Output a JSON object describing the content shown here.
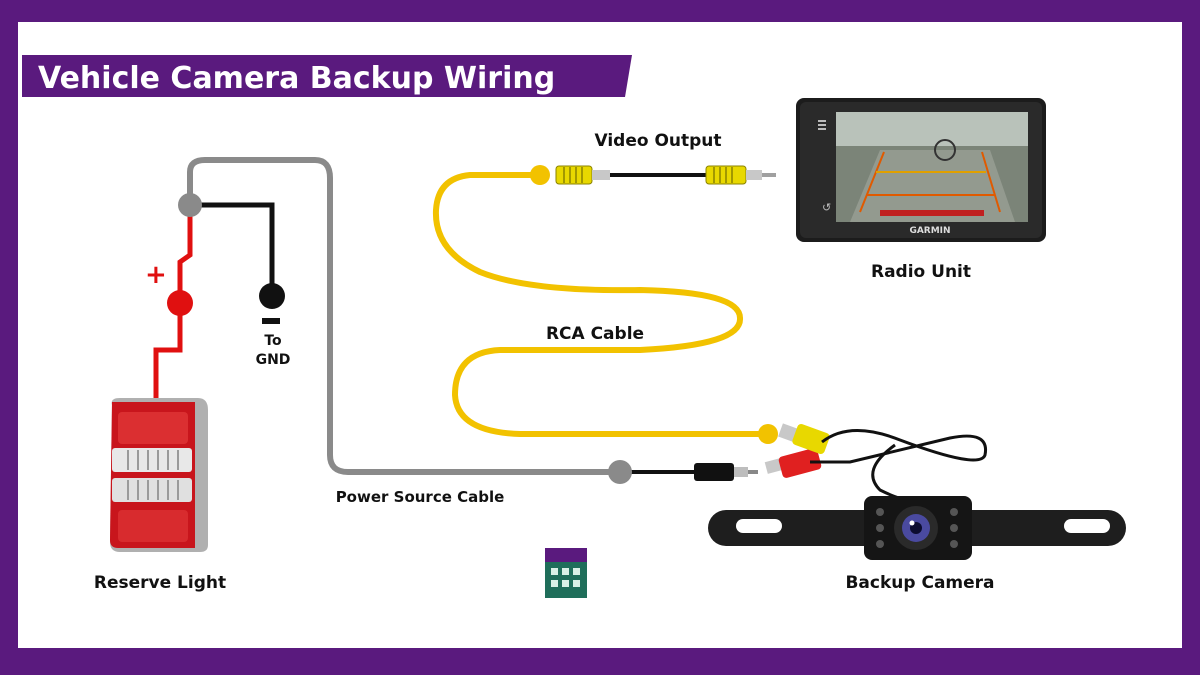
{
  "title": "Vehicle Camera Backup Wiring",
  "labels": {
    "video_output": "Video Output",
    "radio_unit": "Radio Unit",
    "rca_cable": "RCA Cable",
    "power_source_cable": "Power Source Cable",
    "reserve_light": "Reserve Light",
    "backup_camera": "Backup Camera",
    "to": "To",
    "gnd": "GND",
    "plus": "+",
    "minus": "−",
    "garmin": "GARMIN"
  },
  "colors": {
    "frame": "#5a1a7e",
    "positive_wire": "#e01010",
    "ground_wire": "#111111",
    "power_cable": "#8a8a8a",
    "rca_cable": "#f2c200",
    "connector_yellow": "#e8d800",
    "connector_red": "#e02020"
  }
}
